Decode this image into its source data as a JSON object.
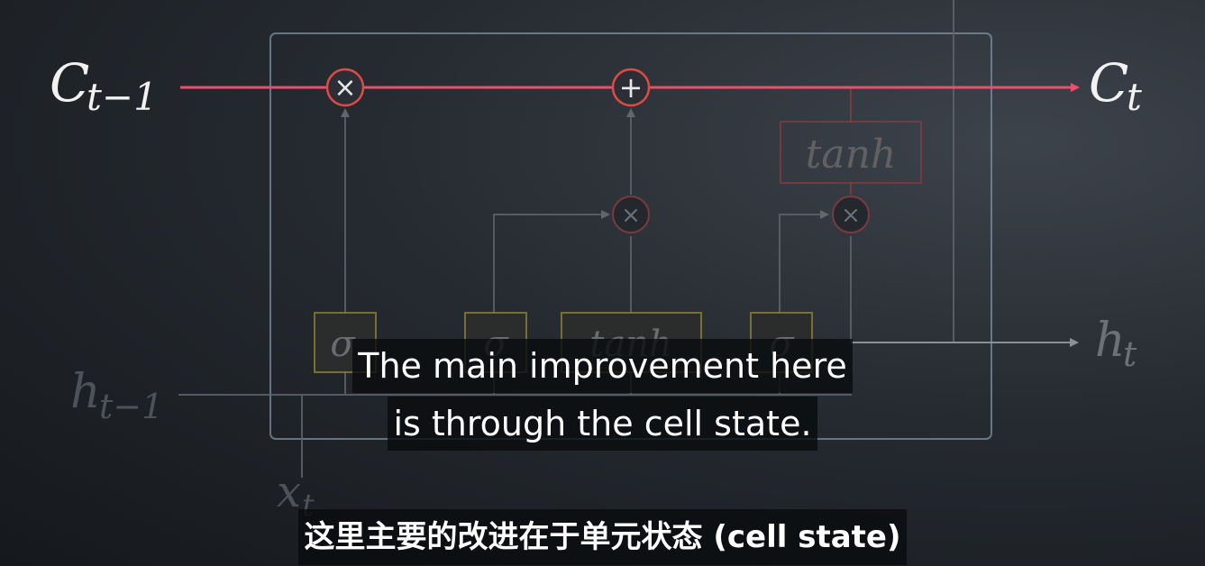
{
  "diagram": {
    "c_prev_label": "C",
    "c_prev_sub": "t−1",
    "c_next_label": "C",
    "c_next_sub": "t",
    "h_prev_label": "h",
    "h_prev_sub": "t−1",
    "h_next_label": "h",
    "h_next_sub": "t",
    "x_label": "x",
    "x_sub": "t",
    "gate_sigma": "σ",
    "gate_tanh": "tanh",
    "op_multiply": "×",
    "op_add": "+",
    "colors": {
      "cell_state_line": "#e8506e",
      "sigma_gate": "#c9b84a",
      "tanh_gate": "#d0463f",
      "frame": "#9fb0c2"
    }
  },
  "subtitles": {
    "english_line1": "The main improvement here",
    "english_line2": "is through the cell state.",
    "chinese_line": "这里主要的改进在于单元状态 (cell state)"
  }
}
